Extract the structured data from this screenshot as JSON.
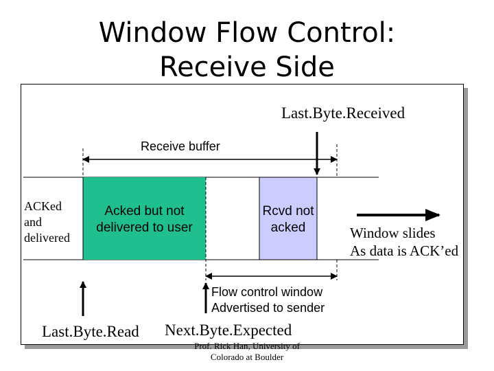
{
  "title": {
    "line1": "Window Flow Control:",
    "line2": "Receive Side"
  },
  "labels": {
    "last_byte_received": "Last.Byte.Received",
    "receive_buffer": "Receive buffer",
    "acked_delivered": [
      "ACKed",
      "and",
      "delivered"
    ],
    "acked_not_delivered": [
      "Acked but not",
      "delivered to user"
    ],
    "rcvd_not_acked": [
      "Rcvd not",
      "acked"
    ],
    "window_slides": [
      "Window slides",
      "As data is ACK’ed"
    ],
    "flow_control_window": [
      "Flow control window",
      "Advertised to sender"
    ],
    "last_byte_read": "Last.Byte.Read",
    "next_byte_expected": "Next.Byte.Expected"
  },
  "footer": {
    "credit": [
      "Prof. Rick Han, University of",
      "Colorado at Boulder"
    ]
  },
  "colors": {
    "acked_block": "#1fbf8f",
    "rcvd_block": "#ccccff",
    "frame_shadow": "#9a9a9a"
  }
}
